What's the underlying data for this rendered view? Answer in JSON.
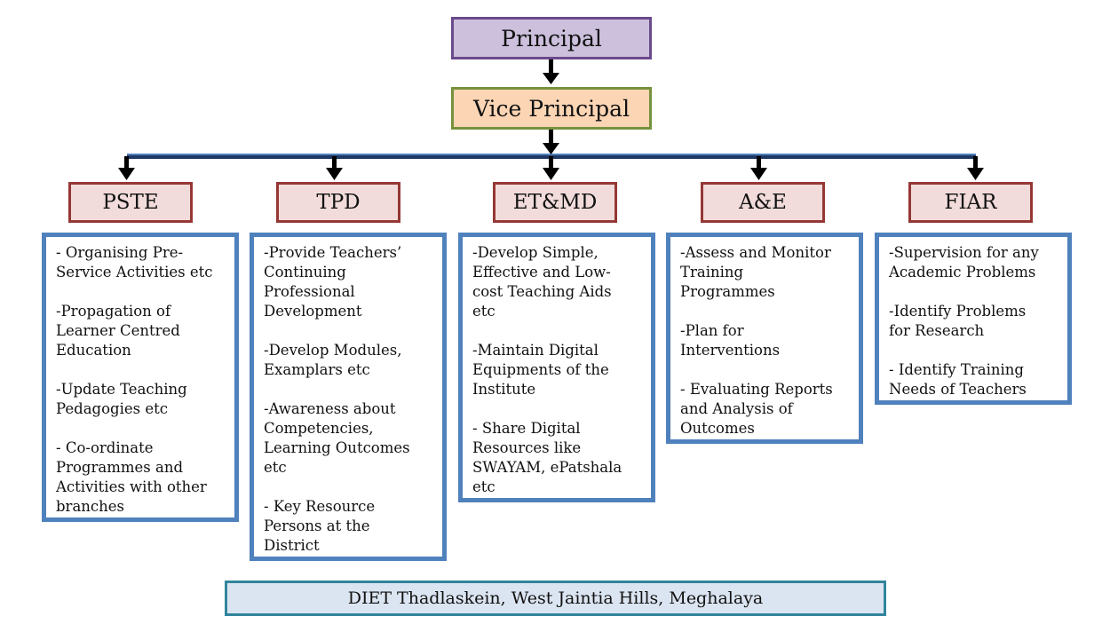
{
  "principal": "Principal",
  "vice_principal": "Vice Principal",
  "departments": [
    {
      "name": "PSTE",
      "duties": [
        "- Organising Pre-\nService Activities etc",
        "-Propagation of\nLearner Centred\nEducation",
        "-Update Teaching\nPedagogies etc",
        "- Co-ordinate\nProgrammes and\nActivities with other\nbranches"
      ]
    },
    {
      "name": "TPD",
      "duties": [
        "-Provide Teachers’\nContinuing\nProfessional\nDevelopment",
        "-Develop Modules,\nExamplars etc",
        "-Awareness about\nCompetencies,\nLearning Outcomes\netc",
        "- Key Resource\nPersons at the\nDistrict"
      ]
    },
    {
      "name": "ET&MD",
      "duties": [
        "-Develop Simple,\nEffective and Low-\ncost Teaching Aids\netc",
        "-Maintain Digital\nEquipments of the\nInstitute",
        "- Share Digital\nResources like\nSWAYAM, ePatshala\netc"
      ]
    },
    {
      "name": "A&E",
      "duties": [
        "-Assess and Monitor\nTraining\nProgrammes",
        "-Plan for\nInterventions",
        "- Evaluating Reports\nand Analysis of\nOutcomes"
      ]
    },
    {
      "name": "FIAR",
      "duties": [
        "-Supervision for any\nAcademic Problems",
        "-Identify Problems\nfor Research",
        "- Identify Training\nNeeds of Teachers"
      ]
    }
  ],
  "footer": "DIET Thadlaskein, West Jaintia Hills, Meghalaya",
  "colors": {
    "principal_fill": "#ccc0dc",
    "vice_fill": "#fcd5b4",
    "dept_fill": "#f2dcdb",
    "desc_border": "#4f81bd",
    "footer_fill": "#dbe5f1",
    "bus_line": "#1f3864"
  }
}
